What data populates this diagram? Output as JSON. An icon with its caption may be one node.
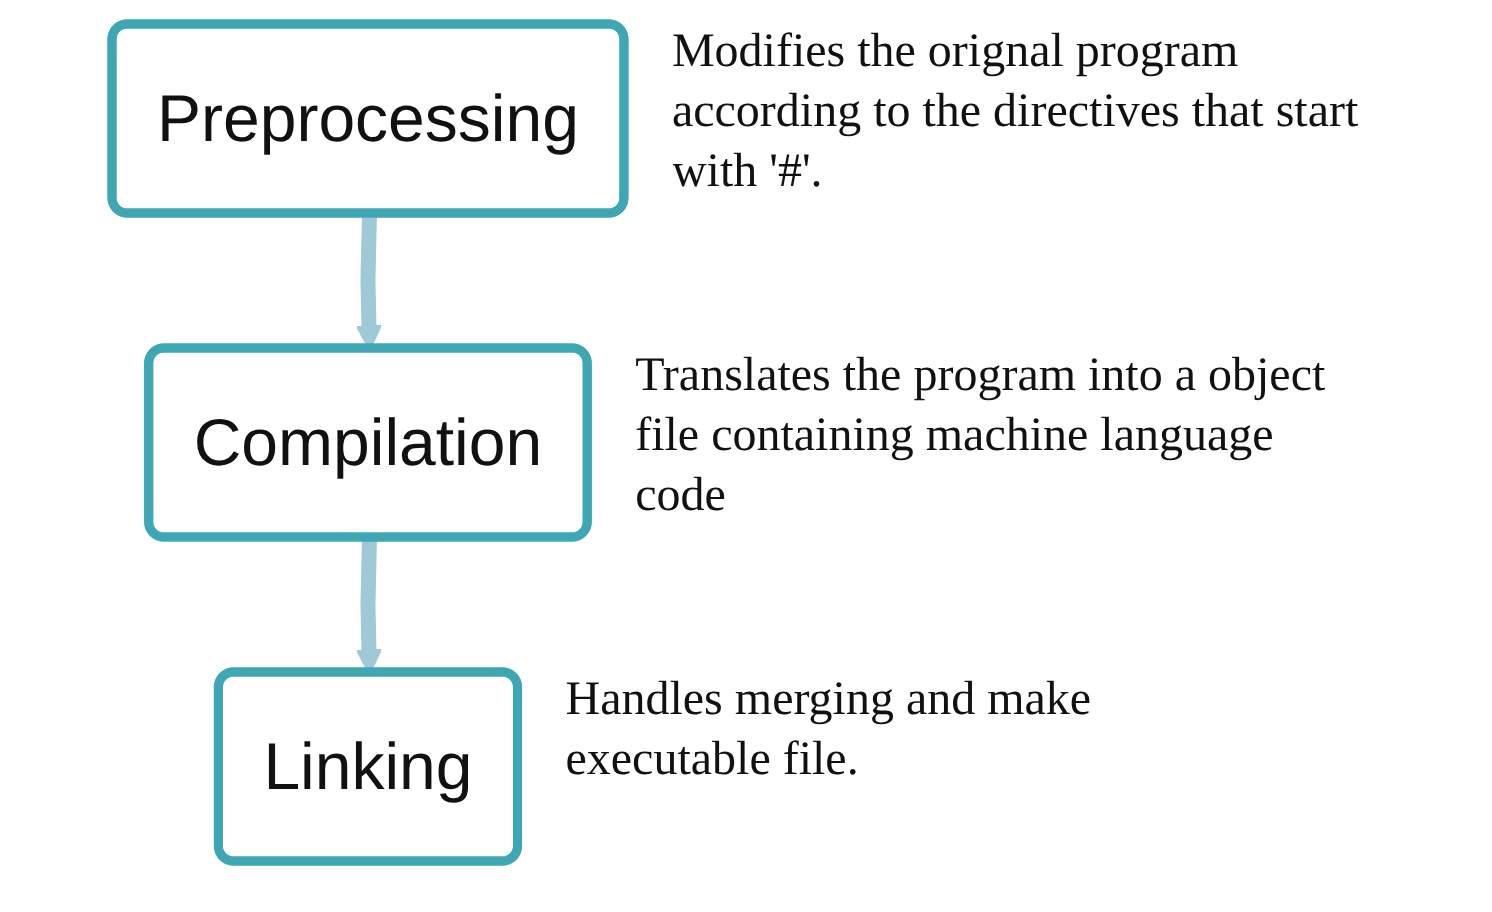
{
  "diagram": {
    "nodes": [
      {
        "text": [
          "Preprocessing"
        ],
        "beside": [
          "Modifies the orignal program according to the directives that start with '#'."
        ]
      },
      {
        "text": [
          "Compilation"
        ],
        "beside": [
          "Translates the program into a object file containing machine language code"
        ]
      },
      {
        "text": [
          "Linking"
        ],
        "beside": [
          "Handles merging and make executable file."
        ]
      }
    ],
    "edges": [
      {
        "from": 0,
        "to": 1,
        "arrow": "to"
      },
      {
        "from": 1,
        "to": 2,
        "arrow": "to"
      }
    ]
  }
}
